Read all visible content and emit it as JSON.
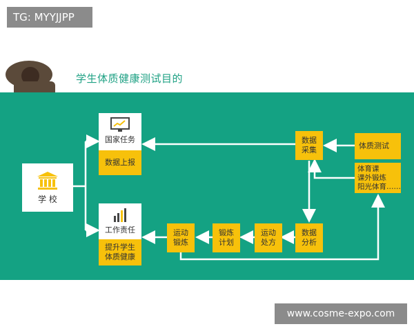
{
  "watermark_top": "TG: MYYJJPP",
  "watermark_bottom": "www.cosme-expo.com",
  "title": "学生体质健康测试目的",
  "colors": {
    "band": "#14a283",
    "yellow": "#f7c10b",
    "title": "#1fa184",
    "tag": "#8b8b8b"
  },
  "school": {
    "label": "学 校",
    "icon": "building-columns-icon"
  },
  "national": {
    "label": "国家任务",
    "sub": "数据上报",
    "icon": "monitor-chart-icon"
  },
  "work": {
    "label": "工作责任",
    "sub_line1": "提升学生",
    "sub_line2": "体质健康",
    "icon": "bar-chart-icon"
  },
  "data_collect": {
    "line1": "数据",
    "line2": "采集"
  },
  "fitness_test": {
    "label": "体质测试"
  },
  "activities": {
    "line1": "体育课",
    "line2": "课外锻炼",
    "line3": "阳光体育……"
  },
  "data_analysis": {
    "line1": "数据",
    "line2": "分析"
  },
  "exercise_prescription": {
    "line1": "运动",
    "line2": "处方"
  },
  "training_plan": {
    "line1": "锻炼",
    "line2": "计划"
  },
  "exercise_training": {
    "line1": "运动",
    "line2": "锻炼"
  }
}
